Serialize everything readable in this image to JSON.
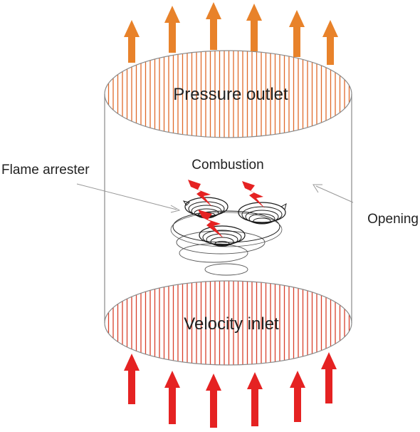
{
  "labels": {
    "pressure_outlet": "Pressure outlet",
    "velocity_inlet": "Velocity inlet",
    "combustion": "Combustion",
    "flame_arrester": "Flame arrester",
    "opening": "Opening"
  },
  "colors": {
    "outlet_arrow": "#e8822a",
    "inlet_arrow": "#e52222",
    "hatch_outlet": "#e06a2a",
    "hatch_inlet": "#d8402a",
    "outline": "#8a8a8a",
    "flame": "#e52222",
    "device": "#1a1a1a"
  },
  "icons": {
    "outlet_arrows": "up-arrow",
    "inlet_arrows": "up-arrow",
    "combustion_marks": "lightning-bolt"
  }
}
